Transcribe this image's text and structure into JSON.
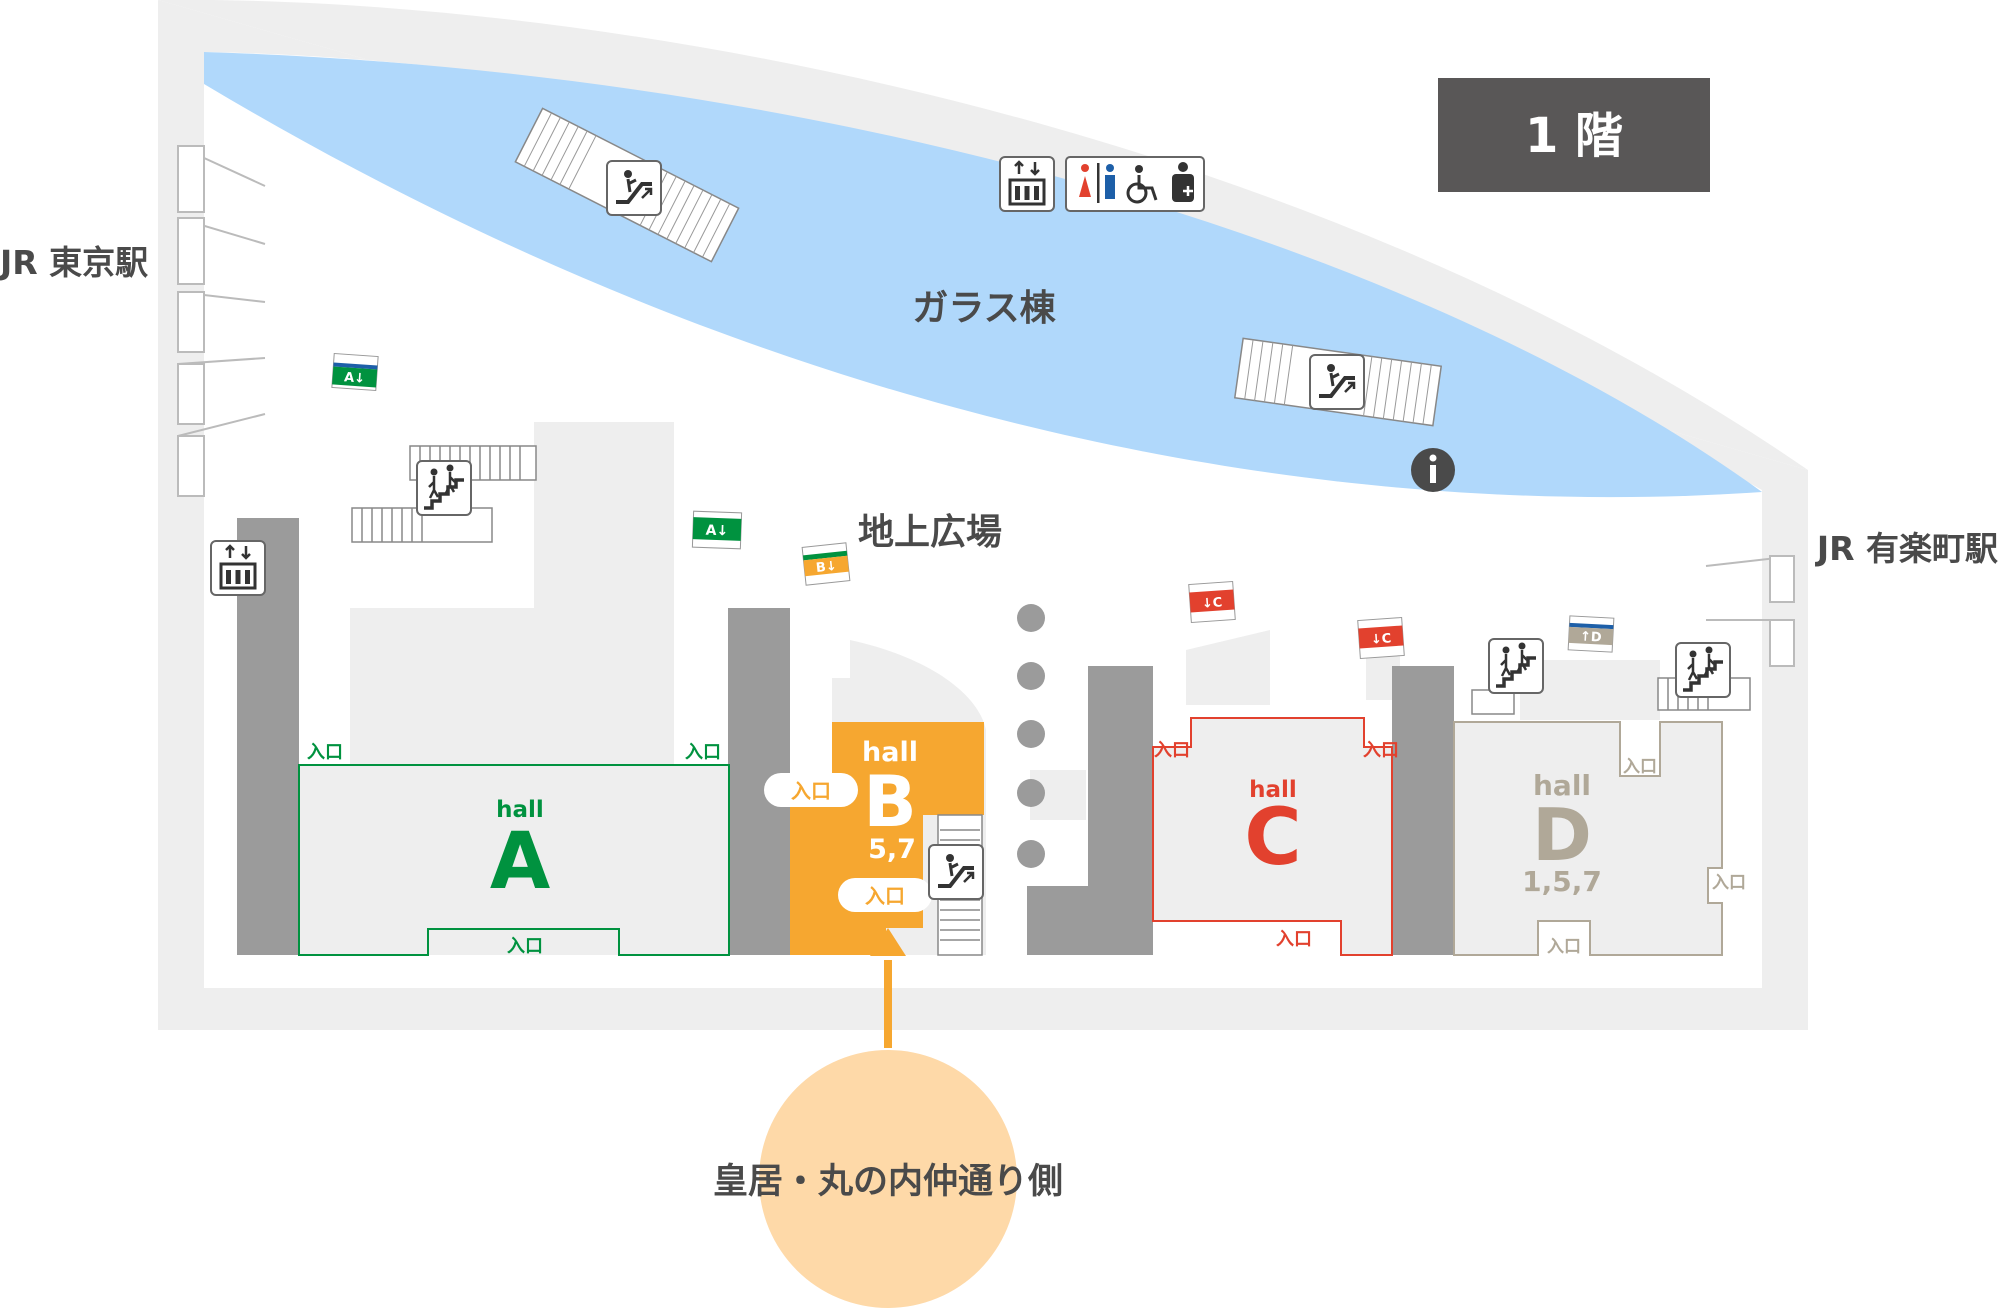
{
  "floor_badge": {
    "label": "1 階",
    "bg": "#595757"
  },
  "place_labels": {
    "jr_tokyo": "JR 東京駅",
    "jr_yurakucho": "JR 有楽町駅",
    "glass_building": "ガラス棟",
    "ground_plaza": "地上広場",
    "imperial_side": "皇居・丸の内仲通り側"
  },
  "halls": {
    "A": {
      "word": "hall",
      "letter": "A",
      "floors": "",
      "color": "#00923f",
      "entrance": "入口"
    },
    "B": {
      "word": "hall",
      "letter": "B",
      "floors": "5,7",
      "color": "#f6a730",
      "entrance": "入口"
    },
    "C": {
      "word": "hall",
      "letter": "C",
      "floors": "",
      "color": "#e2412e",
      "entrance": "入口"
    },
    "D": {
      "word": "hall",
      "letter": "D",
      "floors": "1,5,7",
      "color": "#b0a898",
      "entrance": "入口"
    }
  },
  "stair_signs": {
    "A": "A↓",
    "B": "B↓",
    "C": "↓C",
    "D": "↑D"
  },
  "icons": [
    "escalator-icon",
    "elevator-icon",
    "restroom-icon",
    "accessible-icon",
    "first-aid-icon",
    "stairs-icon",
    "info-icon"
  ],
  "colors": {
    "water": "#b0d8fb",
    "wall": "#eeeeee",
    "pillar": "#9b9b9b",
    "approach": "#fed9a8"
  }
}
